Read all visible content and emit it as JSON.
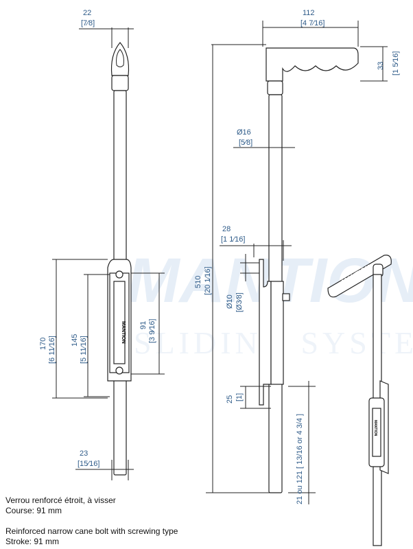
{
  "watermark": {
    "brand": "MANTION",
    "sub": "SLIDING SYSTEMS"
  },
  "logo_text": "MANTION",
  "dimensions": {
    "knob_width": {
      "mm": "22",
      "in": "[7⁄8]"
    },
    "lock_length": {
      "mm": "170",
      "in": "[6 11⁄16]"
    },
    "body_length": {
      "mm": "145",
      "in": "[5 11⁄16]"
    },
    "stroke": {
      "mm": "91",
      "in": "[3 9⁄16]"
    },
    "bottom_width": {
      "mm": "23",
      "in": "[15⁄16]"
    },
    "handle_length": {
      "mm": "112",
      "in": "[4 7⁄16]"
    },
    "handle_height": {
      "mm": "33",
      "in": "[1 5⁄16]"
    },
    "rod_diameter": {
      "mm": "Ø16",
      "in": "[5⁄8]"
    },
    "total_length": {
      "mm": "510",
      "in": "[20 1⁄16]"
    },
    "bracket_depth": {
      "mm": "28",
      "in": "[1 1⁄16]"
    },
    "screw_hole": {
      "mm": "Ø10",
      "in": "[Ø3⁄8]"
    },
    "guide_length": {
      "mm": "25",
      "in": "[1]"
    },
    "projection": {
      "text": "21 ou 121 [ 13/16 or 4 3/4 ]"
    }
  },
  "caption": {
    "fr_title": "Verrou renforcé étroit, à visser",
    "fr_stroke": "Course: 91 mm",
    "en_title": "Reinforced narrow cane bolt with screwing type",
    "en_stroke": "Stroke: 91 mm"
  }
}
